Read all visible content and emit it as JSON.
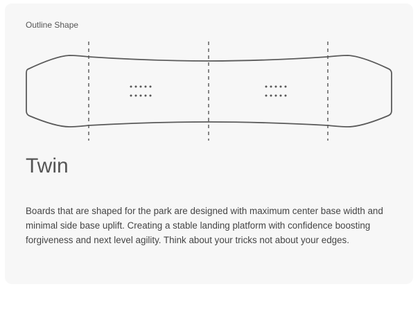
{
  "section_label": "Outline Shape",
  "shape_name": "Twin",
  "description": "Boards that are shaped for the park are designed with maximum center base width and minimal side base uplift. Creating a stable landing platform with confidence boosting forgiveness and next level agility. Think about your tricks not about your edges.",
  "colors": {
    "card_bg": "#f7f7f7",
    "outline": "#5a5a5a"
  }
}
